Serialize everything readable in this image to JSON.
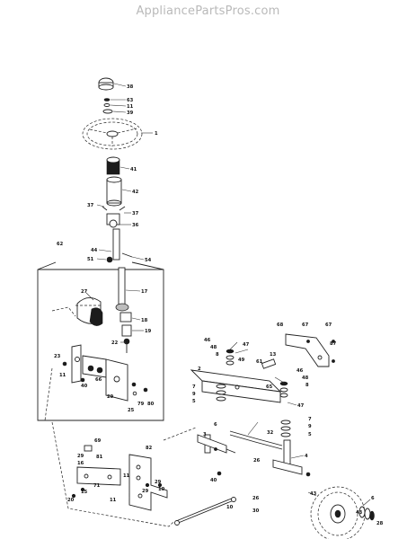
{
  "watermark": "AppliancePartsPros.com",
  "callouts": [
    {
      "id": "c38",
      "text": "38"
    },
    {
      "id": "c63",
      "text": "63"
    },
    {
      "id": "c11a",
      "text": "11"
    },
    {
      "id": "c39",
      "text": "39"
    },
    {
      "id": "c1",
      "text": "1"
    },
    {
      "id": "c41",
      "text": "41"
    },
    {
      "id": "c42",
      "text": "42"
    },
    {
      "id": "c37a",
      "text": "37"
    },
    {
      "id": "c37b",
      "text": "37"
    },
    {
      "id": "c36",
      "text": "36"
    },
    {
      "id": "c62",
      "text": "62"
    },
    {
      "id": "c44",
      "text": "44"
    },
    {
      "id": "c51",
      "text": "51"
    },
    {
      "id": "c54",
      "text": "54"
    },
    {
      "id": "c27",
      "text": "27"
    },
    {
      "id": "c17",
      "text": "17"
    },
    {
      "id": "c18",
      "text": "18"
    },
    {
      "id": "c19",
      "text": "19"
    },
    {
      "id": "c22",
      "text": "22"
    },
    {
      "id": "c23",
      "text": "23"
    },
    {
      "id": "c11b",
      "text": "11"
    },
    {
      "id": "c40a",
      "text": "40"
    },
    {
      "id": "c66",
      "text": "66"
    },
    {
      "id": "c29a",
      "text": "29"
    },
    {
      "id": "c25",
      "text": "25"
    },
    {
      "id": "c79",
      "text": "79"
    },
    {
      "id": "c80",
      "text": "80"
    },
    {
      "id": "c46a",
      "text": "46"
    },
    {
      "id": "c48a",
      "text": "48"
    },
    {
      "id": "c8a",
      "text": "8"
    },
    {
      "id": "c47a",
      "text": "47"
    },
    {
      "id": "c49",
      "text": "49"
    },
    {
      "id": "c61",
      "text": "61"
    },
    {
      "id": "c13",
      "text": "13"
    },
    {
      "id": "c2",
      "text": "2"
    },
    {
      "id": "c7a",
      "text": "7"
    },
    {
      "id": "c9a",
      "text": "9"
    },
    {
      "id": "c5a",
      "text": "5"
    },
    {
      "id": "c65",
      "text": "65"
    },
    {
      "id": "c46b",
      "text": "46"
    },
    {
      "id": "c48b",
      "text": "48"
    },
    {
      "id": "c8b",
      "text": "8"
    },
    {
      "id": "c47b",
      "text": "47"
    },
    {
      "id": "c68",
      "text": "68"
    },
    {
      "id": "c67a",
      "text": "67"
    },
    {
      "id": "c67b",
      "text": "67"
    },
    {
      "id": "c87",
      "text": "87"
    },
    {
      "id": "c7b",
      "text": "7"
    },
    {
      "id": "c9b",
      "text": "9"
    },
    {
      "id": "c5b",
      "text": "5"
    },
    {
      "id": "c6a",
      "text": "6"
    },
    {
      "id": "c3",
      "text": "3"
    },
    {
      "id": "c69",
      "text": "69"
    },
    {
      "id": "c29b",
      "text": "29"
    },
    {
      "id": "c16",
      "text": "16"
    },
    {
      "id": "c81",
      "text": "81"
    },
    {
      "id": "c82",
      "text": "82"
    },
    {
      "id": "c71",
      "text": "71"
    },
    {
      "id": "c29c",
      "text": "29"
    },
    {
      "id": "c15",
      "text": "15"
    },
    {
      "id": "c11c",
      "text": "11"
    },
    {
      "id": "c10a",
      "text": "10"
    },
    {
      "id": "c32",
      "text": "32"
    },
    {
      "id": "c4",
      "text": "4"
    },
    {
      "id": "c26a",
      "text": "26"
    },
    {
      "id": "c40b",
      "text": "40"
    },
    {
      "id": "c26b",
      "text": "26"
    },
    {
      "id": "c10b",
      "text": "10"
    },
    {
      "id": "c30",
      "text": "30"
    },
    {
      "id": "c43",
      "text": "43"
    },
    {
      "id": "c43b",
      "text": "43"
    },
    {
      "id": "c6b",
      "text": "6"
    },
    {
      "id": "c29d",
      "text": "29"
    },
    {
      "id": "c20",
      "text": "20"
    },
    {
      "id": "c11d",
      "text": "11"
    },
    {
      "id": "c28",
      "text": "28"
    }
  ]
}
